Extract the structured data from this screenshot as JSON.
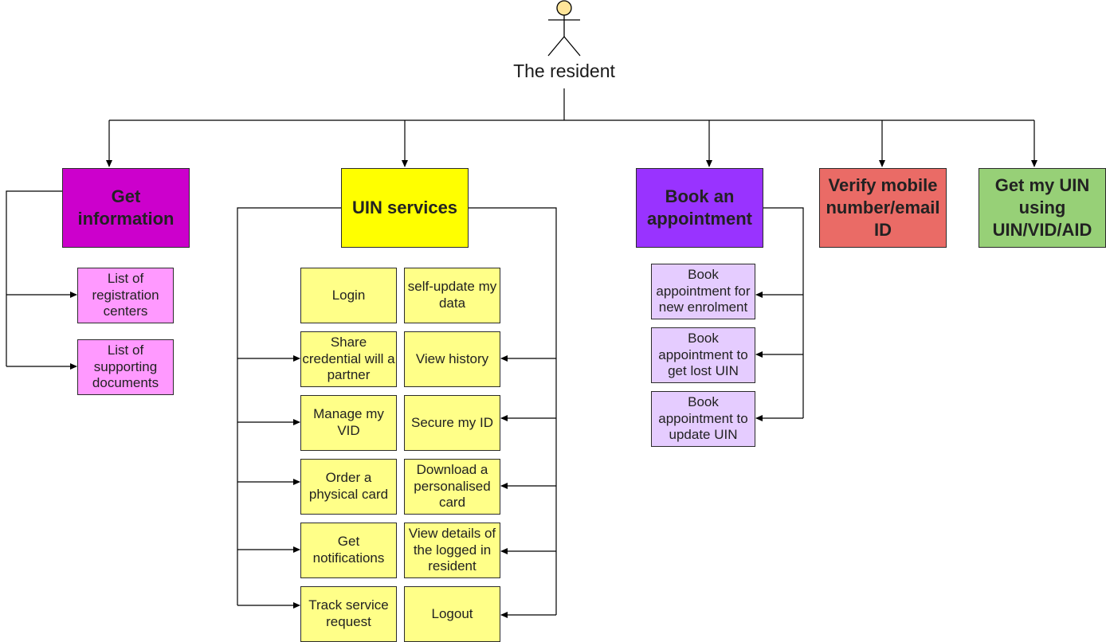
{
  "actor": {
    "label": "The resident",
    "icon": "stick-figure-icon"
  },
  "categories": {
    "get_information": {
      "label": "Get information",
      "color": "#cc00cc"
    },
    "uin_services": {
      "label": "UIN services",
      "color": "#ffff00"
    },
    "book_appointment": {
      "label": "Book an appointment",
      "color": "#9933ff"
    },
    "verify_mobile": {
      "label": "Verify mobile number/email ID",
      "color": "#ea6b66"
    },
    "get_uin": {
      "label": "Get my UIN using UIN/VID/AID",
      "color": "#97d077"
    }
  },
  "get_information_items": [
    "List of registration centers",
    "List of supporting documents"
  ],
  "uin_services_left": [
    "Login",
    "Share credential will a partner",
    "Manage my VID",
    "Order a physical card",
    "Get notifications",
    "Track service request"
  ],
  "uin_services_right": [
    "self-update my data",
    "View history",
    "Secure my ID",
    "Download a personalised card",
    "View details of the logged in resident",
    "Logout"
  ],
  "book_appointment_items": [
    "Book appointment for new enrolment",
    "Book appointment to get lost UIN",
    "Book appointment to update UIN"
  ],
  "colors": {
    "info_item": "#ff99ff",
    "uin_item": "#ffff88",
    "appointment_item": "#e5ccff",
    "actor_head": "#ffe599",
    "line": "#000000"
  }
}
